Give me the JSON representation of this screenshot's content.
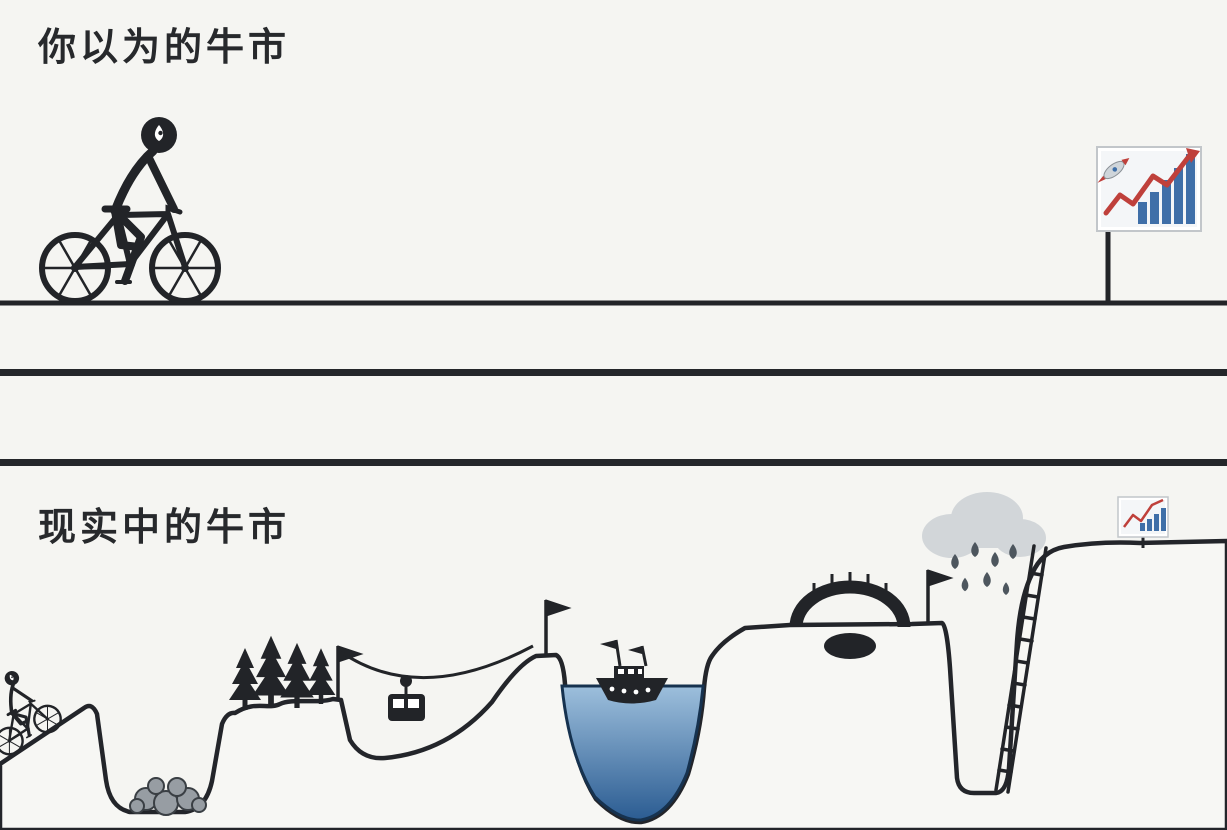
{
  "meta": {
    "type": "meme-comic",
    "background": "#f5f5f2",
    "ink": "#222428"
  },
  "panels": {
    "expectation": {
      "title": "你以为的牛市",
      "icons": [
        "cyclist-icon",
        "road-line",
        "bull-chart-flag-icon",
        "rocket-icon",
        "chart-bars-icon",
        "chart-arrow-icon"
      ]
    },
    "reality": {
      "title": "现实中的牛市",
      "icons": [
        "cyclist-icon",
        "rock-pit-icon",
        "pine-trees-icon",
        "pennant-flag-icon",
        "zipline-icon",
        "cable-car-icon",
        "lake-water",
        "ship-icon",
        "arch-bridge-icon",
        "pit-hole",
        "rain-cloud-icon",
        "raindrops-icon",
        "ladder-icon",
        "bull-chart-sign-icon"
      ]
    }
  },
  "colors": {
    "water_top": "#9dbfdc",
    "water_deep": "#2b5c92",
    "water_edge": "#16324f",
    "chart_bar": "#3f6fa8",
    "chart_arrow": "#bf403b",
    "cloud": "#d2d6d9",
    "raindrop": "#4d565e",
    "rock": "#979da3"
  }
}
